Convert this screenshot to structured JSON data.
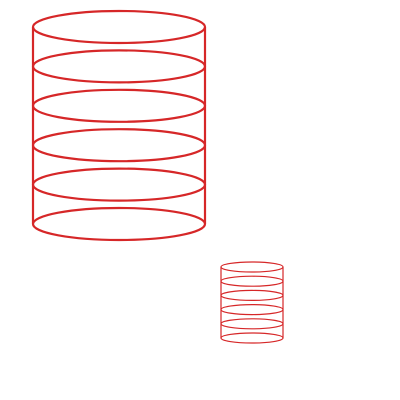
{
  "diagram": {
    "stroke_color": "#d62728",
    "background_color": "#ffffff",
    "stacks": [
      {
        "name": "large-disk-stack",
        "disk_count": 6
      },
      {
        "name": "small-disk-stack",
        "disk_count": 6
      }
    ]
  }
}
